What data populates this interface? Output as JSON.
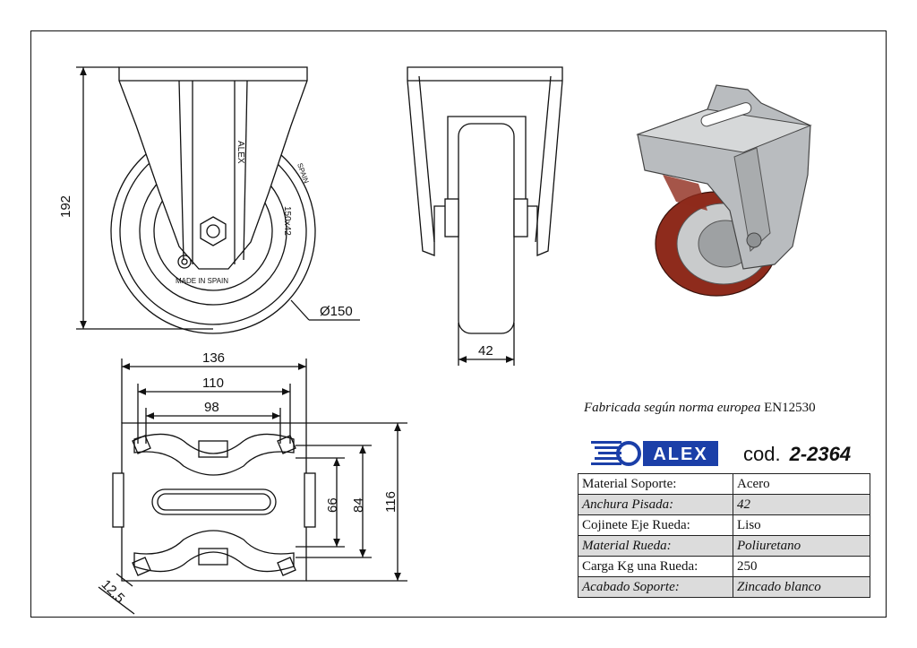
{
  "dims": {
    "height": "192",
    "diameter": "Ø150",
    "tread_width": "42",
    "w136": "136",
    "w110": "110",
    "w98": "98",
    "h116": "116",
    "h84": "84",
    "h66": "66",
    "hole": "12.5"
  },
  "wheel_marks": {
    "brand": "ALEX",
    "size": "150x42",
    "origin": "MADE IN SPAIN",
    "country": "SPAIN"
  },
  "norm": {
    "text": "Fabricada según norma europea ",
    "en": "EN",
    "number": "12530"
  },
  "logo": {
    "text": "ALEX"
  },
  "code": {
    "label": "cod.",
    "value": "2-2364"
  },
  "specs": [
    {
      "label": "Material Soporte:",
      "value": "Acero"
    },
    {
      "label": "Anchura Pisada:",
      "value": "42"
    },
    {
      "label": "Cojinete Eje Rueda:",
      "value": "Liso"
    },
    {
      "label": "Material Rueda:",
      "value": "Poliuretano"
    },
    {
      "label": "Carga Kg una Rueda:",
      "value": "250"
    },
    {
      "label": "Acabado Soporte:",
      "value": "Zincado blanco"
    }
  ],
  "colors": {
    "wheel_tread": "#8e2b1c",
    "bracket": "#b9bcbf",
    "logo_blue": "#1b3fa8"
  }
}
